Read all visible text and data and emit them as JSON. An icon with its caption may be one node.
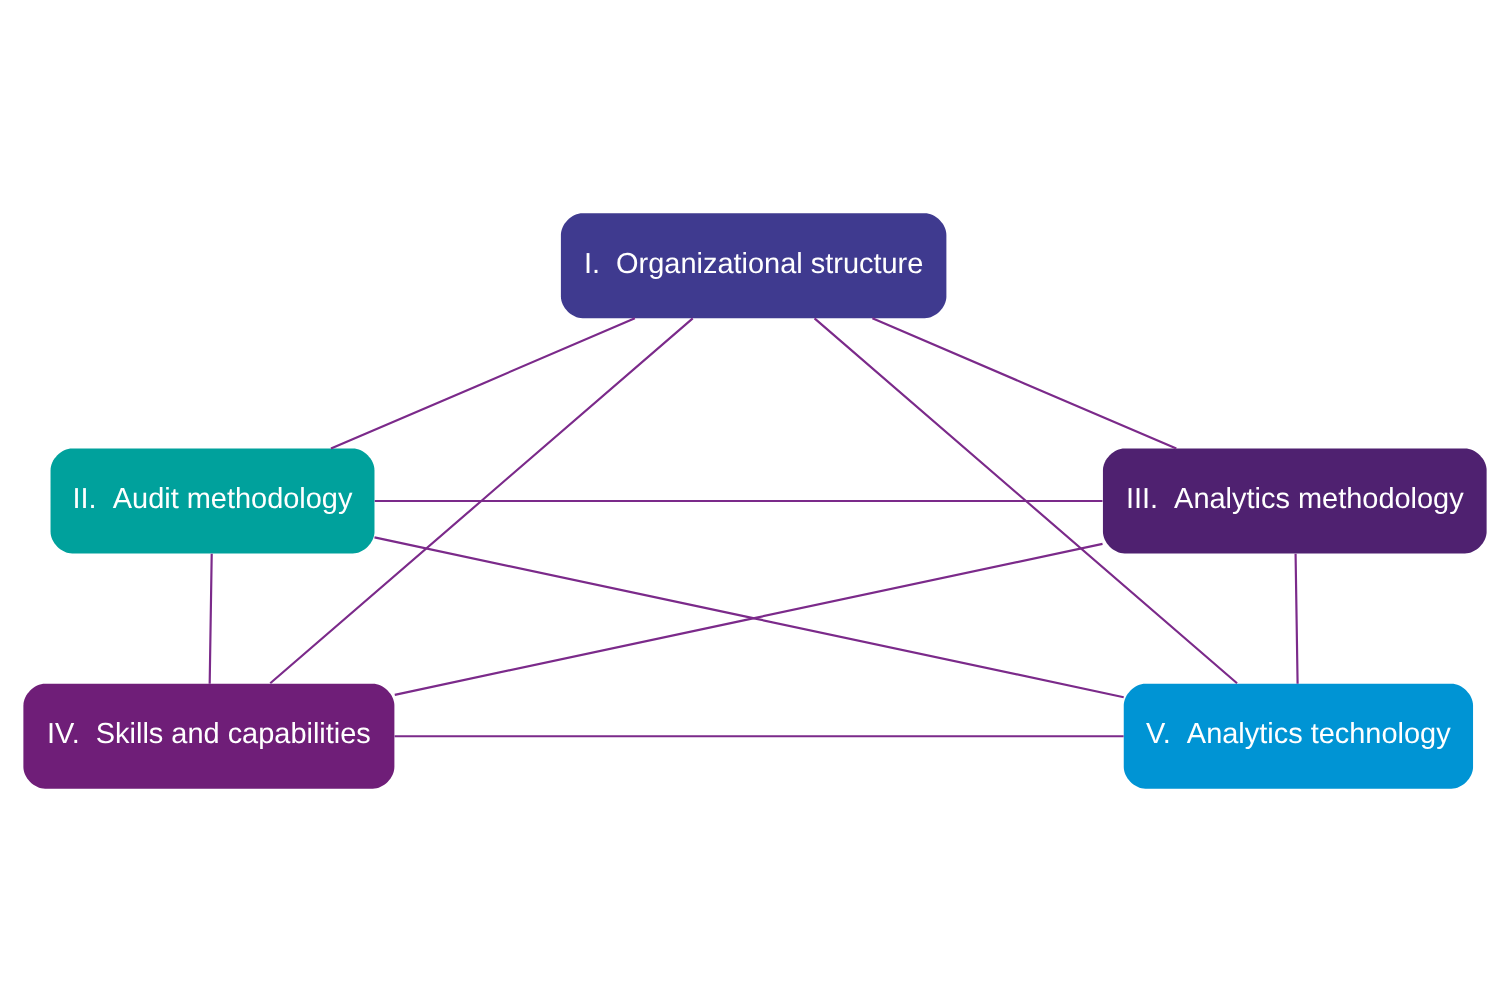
{
  "diagram": {
    "nodes": [
      {
        "text": [
          "I.  Organizational structure"
        ]
      },
      {
        "text": [
          "II.  Audit methodology"
        ]
      },
      {
        "text": [
          "III.  Analytics methodology"
        ]
      },
      {
        "text": [
          "IV.  Skills and capabilities"
        ]
      },
      {
        "text": [
          "V.  Analytics technology"
        ]
      }
    ],
    "edges": [
      {
        "from": 0,
        "to": 1,
        "arrow": "none"
      },
      {
        "from": 0,
        "to": 2,
        "arrow": "none"
      },
      {
        "from": 0,
        "to": 3,
        "arrow": "none"
      },
      {
        "from": 0,
        "to": 4,
        "arrow": "none"
      },
      {
        "from": 1,
        "to": 2,
        "arrow": "none"
      },
      {
        "from": 1,
        "to": 3,
        "arrow": "none"
      },
      {
        "from": 1,
        "to": 4,
        "arrow": "none"
      },
      {
        "from": 2,
        "to": 3,
        "arrow": "none"
      },
      {
        "from": 2,
        "to": 4,
        "arrow": "none"
      },
      {
        "from": 3,
        "to": 4,
        "arrow": "none"
      }
    ]
  }
}
